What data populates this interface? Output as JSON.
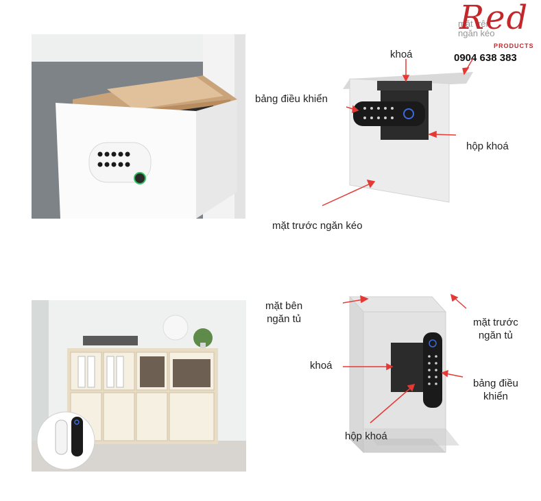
{
  "logo": {
    "brand": "Red",
    "tagline": "PRODUCTS",
    "phone": "0904 638 383",
    "overlay_text": "mặt trên\nngăn kéo"
  },
  "diagram_top": {
    "label_lock": "khoá",
    "label_panel": "bảng điều khiển",
    "label_lockbox": "hộp khoá",
    "label_front": "mặt trước ngăn kéo"
  },
  "diagram_bottom": {
    "label_side": "mặt bên\nngăn tủ",
    "label_front": "mặt trước\nngăn tủ",
    "label_lock": "khoá",
    "label_panel": "bảng điều\nkhiển",
    "label_lockbox": "hộp khoá"
  },
  "colors": {
    "arrow": "#e53935",
    "brand_red": "#c3272b",
    "panel_black": "#1c1c1c",
    "glass": "#dcdcdc"
  }
}
